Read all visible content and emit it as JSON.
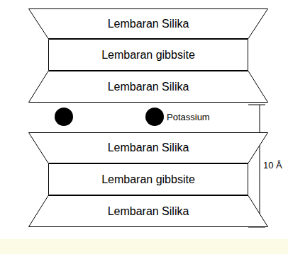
{
  "diagram": {
    "nodes": [
      {
        "text": [
          "Lembaran Silika"
        ]
      },
      {
        "text": [
          "Lembaran gibbsite"
        ]
      },
      {
        "text": [
          "Lembaran Silika"
        ]
      },
      {
        "text": [
          "Lembaran Silika"
        ]
      },
      {
        "text": [
          "Lembaran gibbsite"
        ]
      },
      {
        "text": [
          "Lembaran Silika"
        ]
      }
    ],
    "labels": [
      "Potassium",
      "10 Å"
    ]
  }
}
